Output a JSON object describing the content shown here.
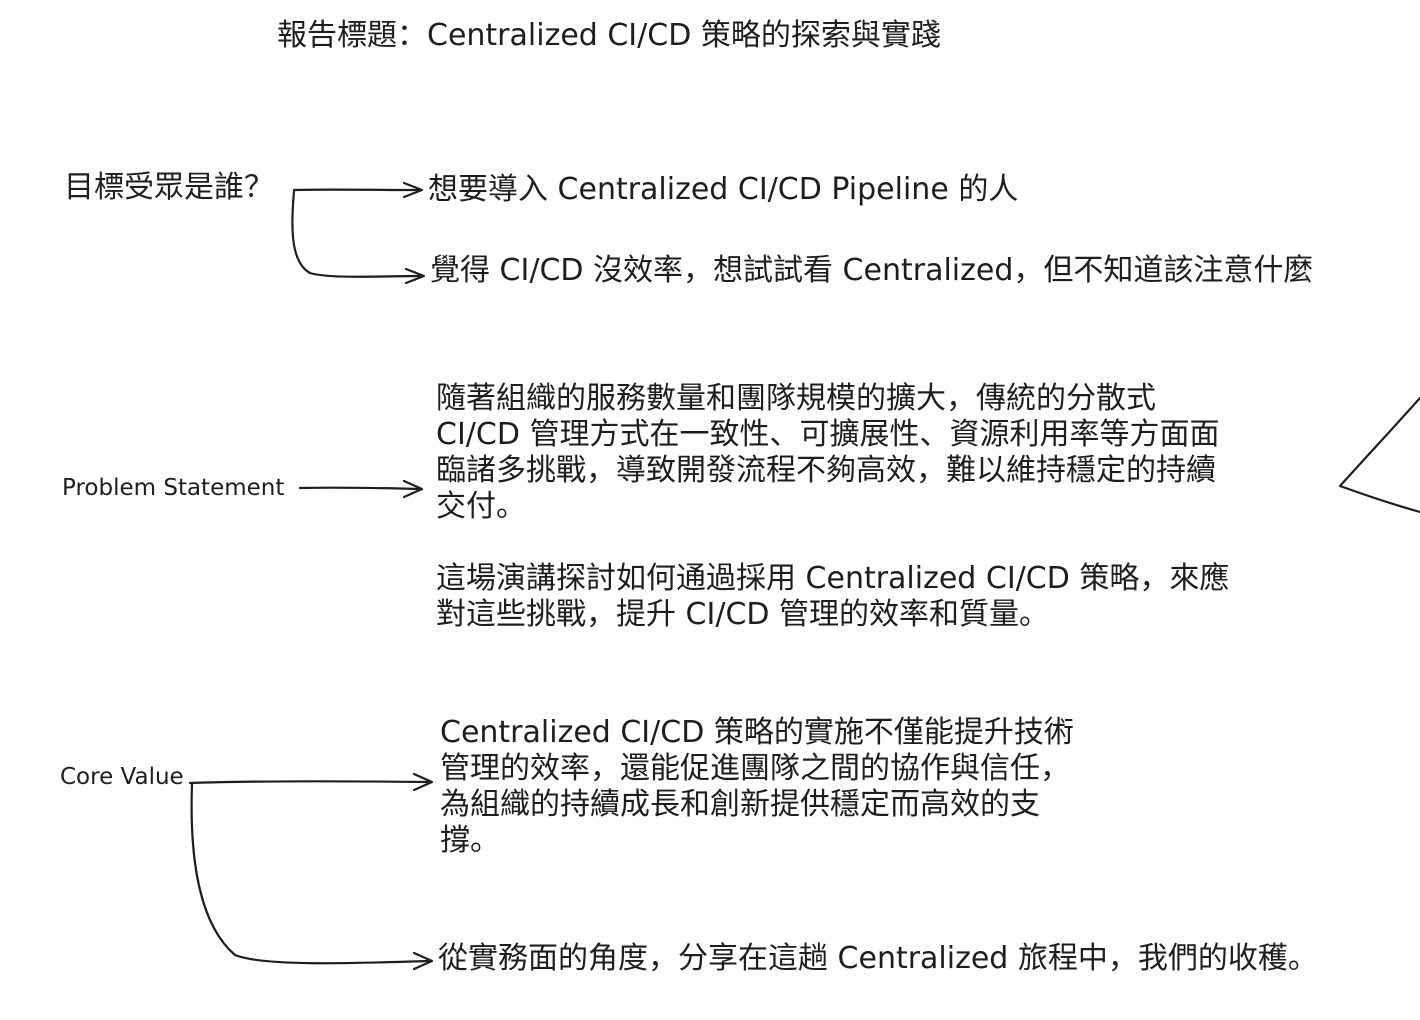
{
  "title": "報告標題：Centralized CI/CD 策略的探索與實踐",
  "audience": {
    "label": "目標受眾是誰？",
    "items": [
      "想要導入 Centralized CI/CD Pipeline 的人",
      "覺得 CI/CD 沒效率，想試試看 Centralized，但不知道該注意什麼"
    ]
  },
  "problem": {
    "label": "Problem Statement",
    "paragraph1": [
      "隨著組織的服務數量和團隊規模的擴大，傳統的分散式",
      "CI/CD 管理方式在一致性、可擴展性、資源利用率等方面面",
      "臨諸多挑戰，導致開發流程不夠高效，難以維持穩定的持續",
      "交付。"
    ],
    "paragraph2": [
      "這場演講探討如何通過採用 Centralized CI/CD 策略，來應",
      "對這些挑戰，提升 CI/CD 管理的效率和質量。"
    ]
  },
  "core_value": {
    "label": "Core Value",
    "paragraph": [
      "Centralized CI/CD 策略的實施不僅能提升技術",
      "管理的效率，還能促進團隊之間的協作與信任，",
      "為組織的持續成長和創新提供穩定而高效的支",
      "撐。"
    ],
    "second": "從實務面的角度，分享在這趟 Centralized 旅程中，我們的收穫。"
  },
  "colors": {
    "ink": "#1e1e1e",
    "background": "#ffffff"
  }
}
